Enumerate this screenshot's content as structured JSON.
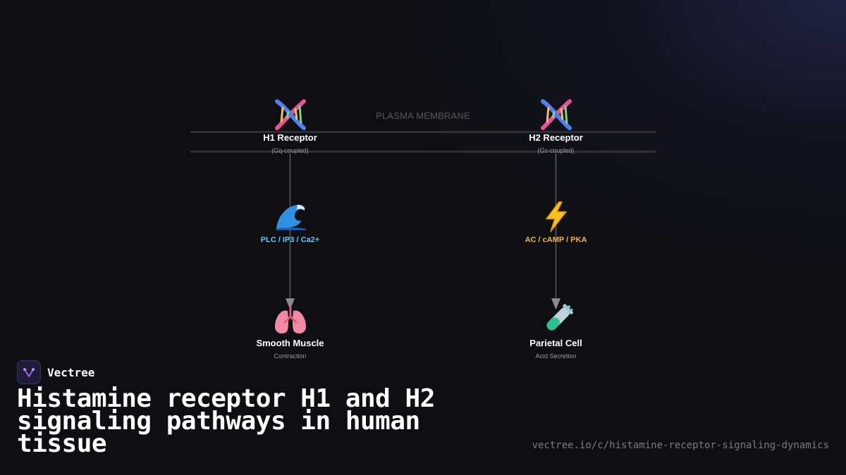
{
  "diagram": {
    "membrane_label": "PLASMA MEMBRANE",
    "h1": {
      "receptor": {
        "icon": "dna-icon",
        "title": "H1 Receptor",
        "subtitle": "(Gq-coupled)"
      },
      "pathway": {
        "icon": "wave-icon",
        "title": "PLC / IP3 / Ca2+",
        "color": "#5cc8ff"
      },
      "target": {
        "icon": "lungs-icon",
        "title": "Smooth Muscle",
        "subtitle": "Contraction"
      }
    },
    "h2": {
      "receptor": {
        "icon": "dna-icon",
        "title": "H2 Receptor",
        "subtitle": "(Gs-coupled)"
      },
      "pathway": {
        "icon": "lightning-icon",
        "title": "AC / cAMP / PKA",
        "color": "#f5b342"
      },
      "target": {
        "icon": "test-tube-icon",
        "title": "Parietal Cell",
        "subtitle": "Acid Secretion"
      }
    }
  },
  "footer": {
    "brand": "Vectree",
    "title": "Histamine receptor H1 and H2 signaling pathways in human tissue",
    "url": "vectree.io/c/histamine-receptor-signaling-dynamics"
  }
}
